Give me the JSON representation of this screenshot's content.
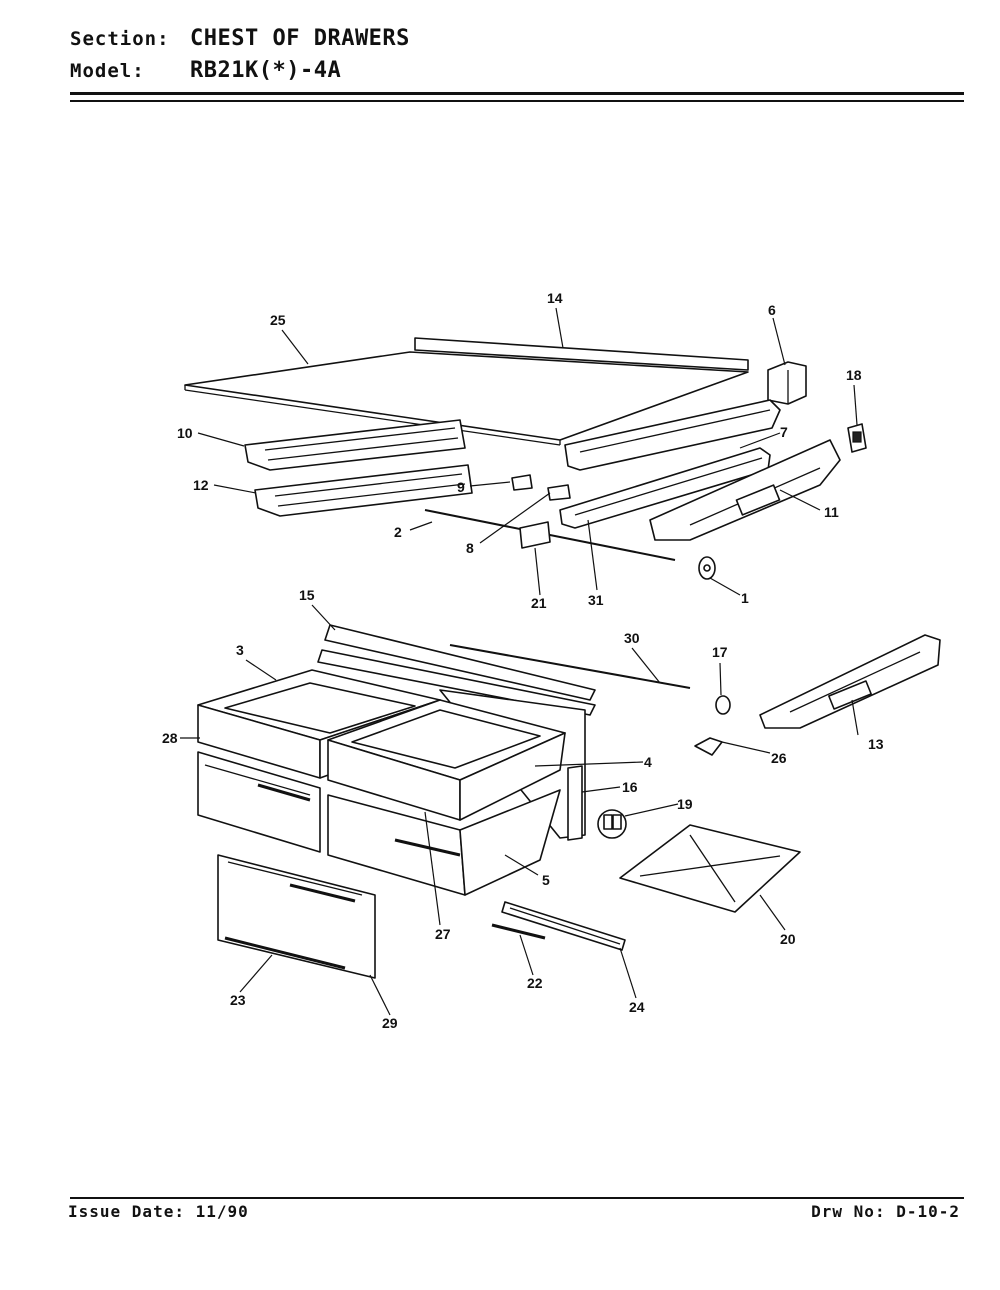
{
  "header": {
    "section_label": "Section:",
    "section_value": "CHEST OF DRAWERS",
    "model_label": "Model:",
    "model_value": "RB21K(*)-4A"
  },
  "footer": {
    "issue_date": "Issue Date: 11/90",
    "drawing_no": "Drw No: D-10-2"
  },
  "callouts": [
    "1",
    "2",
    "3",
    "4",
    "5",
    "6",
    "7",
    "8",
    "9",
    "10",
    "11",
    "12",
    "13",
    "14",
    "15",
    "16",
    "17",
    "18",
    "19",
    "20",
    "21",
    "22",
    "23",
    "24",
    "25",
    "26",
    "27",
    "28",
    "29",
    "30",
    "31"
  ]
}
